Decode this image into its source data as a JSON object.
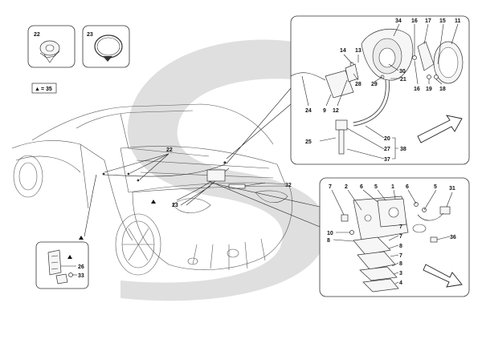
{
  "legend": {
    "marker_symbol": "▲",
    "marker_text": "= 35"
  },
  "callouts": {
    "insets": {
      "left": "22",
      "right": "23"
    },
    "car": {
      "n22": "22",
      "n23": "23",
      "n32": "32"
    },
    "bottom_left": {
      "n26": "26",
      "n33": "33"
    },
    "top_right": {
      "n34": "34",
      "n16a": "16",
      "n17": "17",
      "n15": "15",
      "n11": "11",
      "n14": "14",
      "n13": "13",
      "n30": "30",
      "n28": "28",
      "n29": "29",
      "n21": "21",
      "n16b": "16",
      "n19": "19",
      "n18": "18",
      "n9": "9",
      "n12": "12",
      "n24": "24",
      "n25": "25",
      "n20": "20",
      "n27": "27",
      "n37": "37",
      "n38": "38"
    },
    "bottom_right": {
      "n7a": "7",
      "n2": "2",
      "n6a": "6",
      "n5a": "5",
      "n1": "1",
      "n6b": "6",
      "n5b": "5",
      "n31": "31",
      "n10": "10",
      "n8a": "8",
      "n7b": "7",
      "n7c": "7",
      "n8b": "8",
      "n7d": "7",
      "n8c": "8",
      "n3": "3",
      "n4": "4",
      "n36": "36"
    }
  },
  "colors": {
    "watermark": "#d9d9d9",
    "line": "#222222",
    "panel_border": "#333333",
    "background": "#ffffff"
  }
}
